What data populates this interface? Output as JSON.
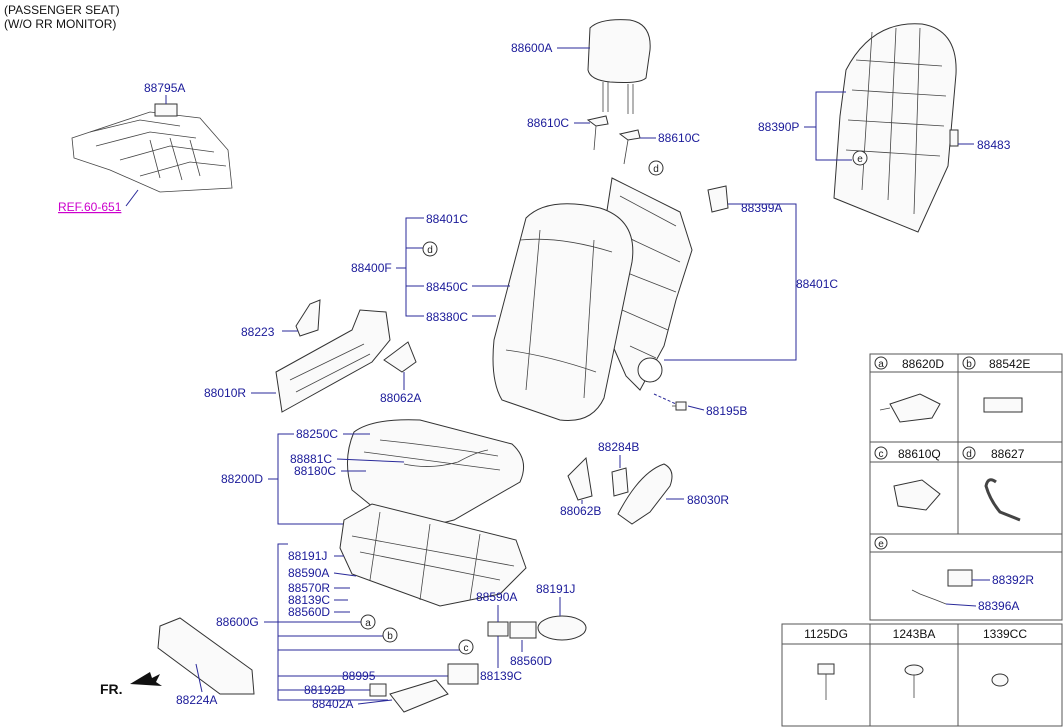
{
  "header": {
    "line1": "(PASSENGER SEAT)",
    "line2": "(W/O RR MONITOR)"
  },
  "reference": "REF.60-651",
  "direction": "FR.",
  "labels": {
    "p88795A": "88795A",
    "p88600A": "88600A",
    "p88610C_a": "88610C",
    "p88610C_b": "88610C",
    "p88390P": "88390P",
    "p88483": "88483",
    "p88401C_a": "88401C",
    "p88400F": "88400F",
    "p88450C": "88450C",
    "p88380C": "88380C",
    "p88399A": "88399A",
    "p88401C_b": "88401C",
    "p88223": "88223",
    "p88010R": "88010R",
    "p88062A": "88062A",
    "p88195B": "88195B",
    "p88250C": "88250C",
    "p88881C": "88881C",
    "p88180C": "88180C",
    "p88200D": "88200D",
    "p88284B": "88284B",
    "p88062B": "88062B",
    "p88030R": "88030R",
    "p88191J_a": "88191J",
    "p88590A_a": "88590A",
    "p88570R": "88570R",
    "p88139C_a": "88139C",
    "p88560D_a": "88560D",
    "p88600G": "88600G",
    "p88590A_b": "88590A",
    "p88191J_b": "88191J",
    "p88560D_b": "88560D",
    "p88139C_b": "88139C",
    "p88995": "88995",
    "p88192B": "88192B",
    "p88402A": "88402A",
    "p88224A": "88224A"
  },
  "callouts": {
    "a": "a",
    "b": "b",
    "c": "c",
    "d": "d",
    "e": "e"
  },
  "legend": {
    "a": {
      "key": "a",
      "part": "88620D"
    },
    "b": {
      "key": "b",
      "part": "88542E"
    },
    "c": {
      "key": "c",
      "part": "88610Q"
    },
    "d": {
      "key": "d",
      "part": "88627"
    },
    "e": {
      "key": "e",
      "part1": "88392R",
      "part2": "88396A"
    }
  },
  "fasteners": [
    "1125DG",
    "1243BA",
    "1339CC"
  ]
}
